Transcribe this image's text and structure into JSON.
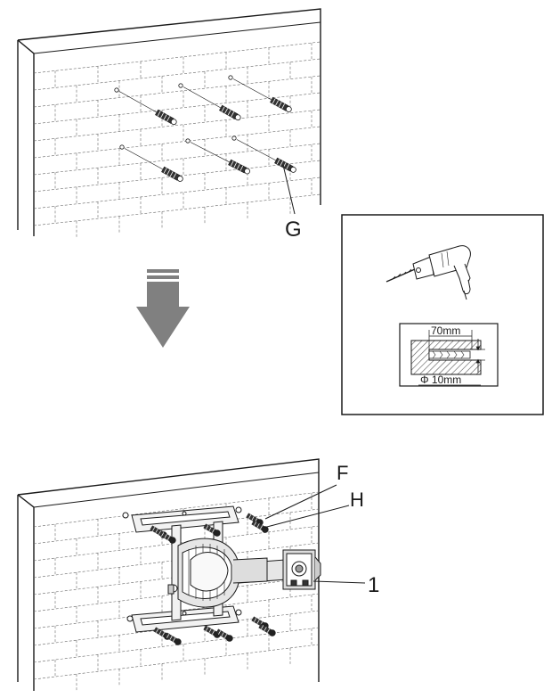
{
  "labels": {
    "anchor_g": "G",
    "screw_f": "F",
    "washer_h": "H",
    "bracket_1": "1"
  },
  "drill_detail": {
    "depth": "70mm",
    "diameter": "Φ 10mm"
  },
  "colors": {
    "line": "#1a1a1a",
    "arrow_fill": "#808080",
    "hatch": "#555555",
    "part_fill": "#f2f2f2",
    "part_dark": "#333333"
  },
  "icons": [
    "drill-icon",
    "down-arrow-icon",
    "wall-anchor-icon",
    "screw-icon"
  ]
}
